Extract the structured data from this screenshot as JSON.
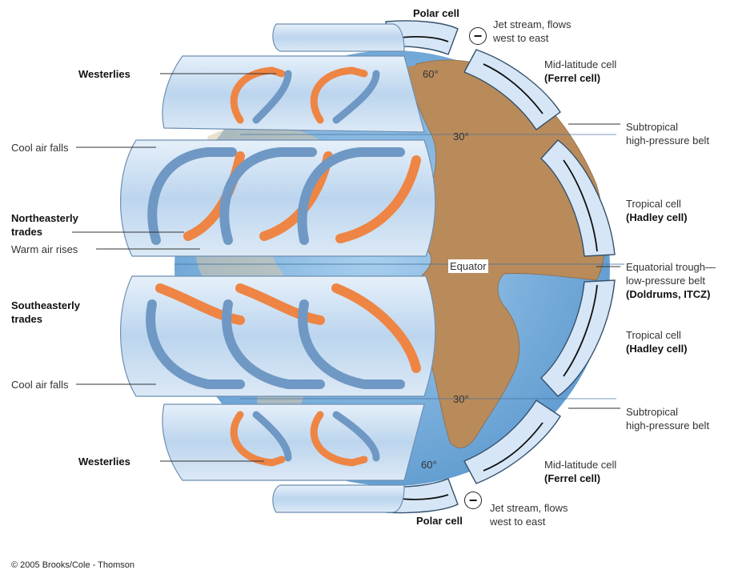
{
  "labels": {
    "polar_cell_top": "Polar cell",
    "jet_stream_top": [
      "Jet stream, flows",
      "west to east"
    ],
    "mid_latitude_top": "Mid-latitude cell",
    "ferrel_top": "(Ferrel cell)",
    "subtropical_top": [
      "Subtropical",
      "high-pressure belt"
    ],
    "tropical_top": "Tropical cell",
    "hadley_top": "(Hadley cell)",
    "equatorial": [
      "Equatorial trough—",
      "low-pressure belt"
    ],
    "doldrums": "(Doldrums, ITCZ)",
    "tropical_bottom": "Tropical cell",
    "hadley_bottom": "(Hadley cell)",
    "subtropical_bottom": [
      "Subtropical",
      "high-pressure belt"
    ],
    "mid_latitude_bottom": "Mid-latitude cell",
    "ferrel_bottom": "(Ferrel cell)",
    "jet_stream_bottom": [
      "Jet stream, flows",
      "west to east"
    ],
    "polar_cell_bottom": "Polar cell",
    "westerlies_top": "Westerlies",
    "cool_air_falls_top": "Cool air falls",
    "northeasterly": [
      "Northeasterly",
      "trades"
    ],
    "warm_air_rises": "Warm air rises",
    "southeasterly": [
      "Southeasterly",
      "trades"
    ],
    "cool_air_falls_bottom": "Cool air falls",
    "westerlies_bottom": "Westerlies",
    "lat_60_top": "60°",
    "lat_30_top": "30°",
    "equator": "Equator",
    "lat_30_bottom": "30°",
    "lat_60_bottom": "60°",
    "minus_sign": "−"
  },
  "copyright": "© 2005 Brooks/Cole - Thomson",
  "colors": {
    "ocean": "#7fb4e0",
    "land": "#b98b5b",
    "tube": "#cfe2f4",
    "warm_arrow": "#f08a4b",
    "cool_arrow": "#6f98c4"
  }
}
